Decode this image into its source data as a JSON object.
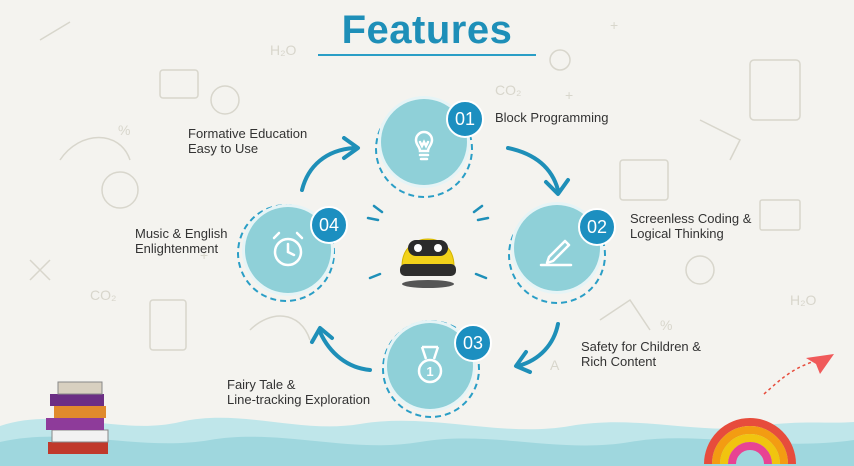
{
  "title": "Features",
  "features": [
    {
      "number": "01",
      "label": "Block Programming",
      "icon": "lightbulb-icon"
    },
    {
      "number": "02",
      "label_line1": "Screenless Coding &",
      "label_line2": "Logical Thinking",
      "icon": "pencil-icon"
    },
    {
      "number": "03",
      "label_line1": "Safety for Children &",
      "label_line2": "Rich Content",
      "icon": "medal-icon"
    },
    {
      "number": "04",
      "label_line1": "Music & English",
      "label_line2": "Enlightenment",
      "icon": "stopwatch-icon"
    }
  ],
  "arrow_labels": {
    "top_left_line1": "Formative Education",
    "top_left_line2": "Easy to Use",
    "bottom_left_line1": "Fairy Tale &",
    "bottom_left_line2": "Line-tracking Exploration"
  },
  "medal_number": "1",
  "colors": {
    "accent": "#1e8fb8",
    "circle": "#8fd0d8",
    "badge": "#1c8fc0",
    "wave": "#a8dde4",
    "robot": "#f2d21a"
  }
}
